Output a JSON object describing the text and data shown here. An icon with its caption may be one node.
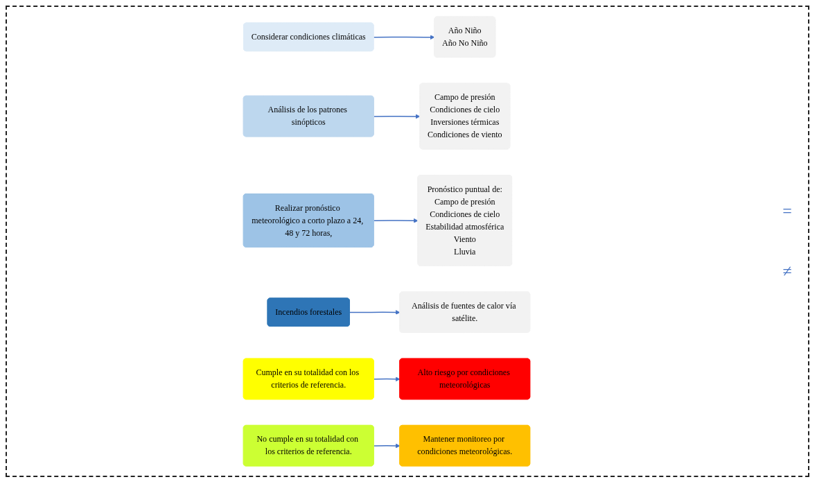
{
  "diagram": {
    "nodes": [
      {
        "text": [
          "Considerar condiciones climáticas"
        ]
      },
      {
        "text": [
          "Año Niño",
          "Año No Niño"
        ]
      },
      {
        "text": [
          "Análisis de los patrones sinópticos"
        ]
      },
      {
        "text": [
          "Campo de presión",
          "Condiciones de cielo",
          "Inversiones térmicas",
          "Condiciones de viento"
        ]
      },
      {
        "text": [
          "Realizar pronóstico meteorológico a corto plazo a 24, 48 y 72 horas,"
        ]
      },
      {
        "text": [
          "Pronóstico puntual de:",
          "Campo de presión",
          "Condiciones de cielo",
          "Estabilidad atmosférica",
          "Viento",
          "Lluvia"
        ]
      },
      {
        "text": [
          "Incendios forestales"
        ]
      },
      {
        "text": [
          "Análisis de fuentes de calor vía satélite."
        ]
      },
      {
        "text": [
          "Cumple en su totalidad con los criterios de referencia."
        ]
      },
      {
        "text": [
          "Alto riesgo por condiciones meteorológicas"
        ]
      },
      {
        "text": [
          "No cumple en su totalidad con los criterios de referencia."
        ]
      },
      {
        "text": [
          "Mantener monitoreo por condiciones meteorológicas."
        ]
      }
    ],
    "edges": [
      {
        "from": 0,
        "to": 1,
        "arrow": "to"
      },
      {
        "from": 2,
        "to": 3,
        "arrow": "to"
      },
      {
        "from": 4,
        "to": 5,
        "arrow": "to"
      },
      {
        "from": 6,
        "to": 7,
        "arrow": "to"
      },
      {
        "from": 8,
        "to": 9,
        "arrow": "to"
      },
      {
        "from": 10,
        "to": 11,
        "arrow": "to"
      }
    ],
    "labels": [
      "=",
      "≠"
    ]
  }
}
